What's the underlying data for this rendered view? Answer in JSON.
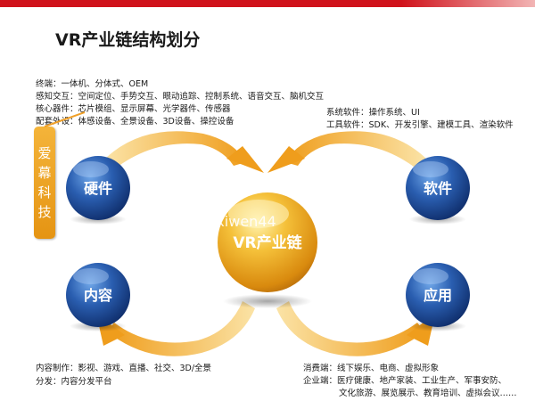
{
  "title": "VR产业链结构划分",
  "colors": {
    "accent_red": "#d0121b",
    "orange": "#f0a028",
    "blue_node": "#1f4f9a",
    "gold_center": "#e7a51c"
  },
  "hardware_notes": [
    "终端：一体机、分体式、OEM",
    "感知交互：空间定位、手势交互、眼动追踪、控制系统、语音交互、脑机交互",
    "核心器件：芯片模组、显示屏幕、光学器件、传感器",
    "配套外设：体感设备、全景设备、3D设备、操控设备"
  ],
  "software_notes": [
    "系统软件：操作系统、UI",
    "工具软件：SDK、开发引擎、建模工具、渲染软件"
  ],
  "content_notes": [
    "内容制作：影视、游戏、直播、社交、3D/全景",
    "分发：内容分发平台"
  ],
  "application_notes": [
    "消费端：线下娱乐、电商、虚拟形象",
    "企业端：医疗健康、地产家装、工业生产、军事安防、",
    "文化旅游、展览展示、教育培训、虚拟会议……"
  ],
  "brand_chars": [
    "爱",
    "幕",
    "科",
    "技"
  ],
  "watermark": "xiwen44",
  "center_label": "VR产业链",
  "nodes": {
    "hardware": "硬件",
    "software": "软件",
    "content": "内容",
    "application": "应用"
  }
}
